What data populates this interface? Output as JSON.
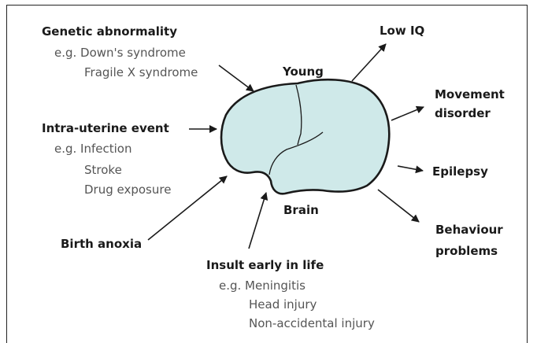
{
  "colors": {
    "brain_fill": "#cfe9e9",
    "outline": "#1a1a1a",
    "light_text": "#555555"
  },
  "labels": {
    "young": "Young",
    "brain": "Brain",
    "genetic_title": "Genetic abnormality",
    "genetic_ex1": "e.g. Down's syndrome",
    "genetic_ex2": "Fragile X syndrome",
    "uterine_title": "Intra-uterine event",
    "uterine_ex1": "e.g. Infection",
    "uterine_ex2": "Stroke",
    "uterine_ex3": "Drug exposure",
    "birth_anoxia": "Birth anoxia",
    "insult_title": "Insult early in life",
    "insult_ex1": "e.g. Meningitis",
    "insult_ex2": "Head injury",
    "insult_ex3": "Non-accidental injury",
    "low_iq": "Low IQ",
    "movement_line1": "Movement",
    "movement_line2": "disorder",
    "epilepsy": "Epilepsy",
    "behaviour_line1": "Behaviour",
    "behaviour_line2": "problems"
  }
}
